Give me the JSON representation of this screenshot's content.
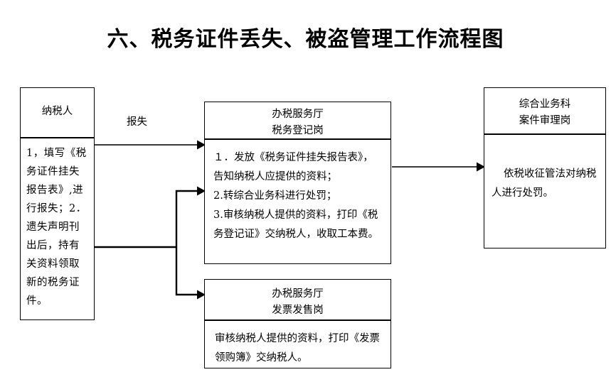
{
  "page": {
    "title": "六、税务证件丢失、被盗管理工作流程图"
  },
  "boxes": {
    "taxpayer": {
      "header_line1": "纳税人",
      "body": "1，填写《税务证件挂失报告表》,进行报失；2．遗失声明刊出后，持有关资料领取新的税务证件。"
    },
    "registration": {
      "header_line1": "办税服务厅",
      "header_line2": "税务登记岗",
      "body_line1": "１．发放《税务证件挂失报告表》，告知纳税人应提供的资料；",
      "body_line2": "2.转综合业务科进行处罚；",
      "body_line3": "3.审核纳税人提供的资料，打印《税务登记证》交纳税人，收取工本费。"
    },
    "invoice": {
      "header_line1": "办税服务厅",
      "header_line2": "发票发售岗",
      "body": "审核纳税人提供的资料，打印《发票领购簿》交纳税人。"
    },
    "case": {
      "header_line1": "综合业务科",
      "header_line2": "案件审理岗",
      "body": "依税收征管法对纳税人进行处罚。"
    }
  },
  "edges": {
    "report_loss_label": "报失"
  },
  "colors": {
    "background": "#ffffff",
    "border": "#000000",
    "connector": "#3a3a3a",
    "text": "#000000"
  }
}
